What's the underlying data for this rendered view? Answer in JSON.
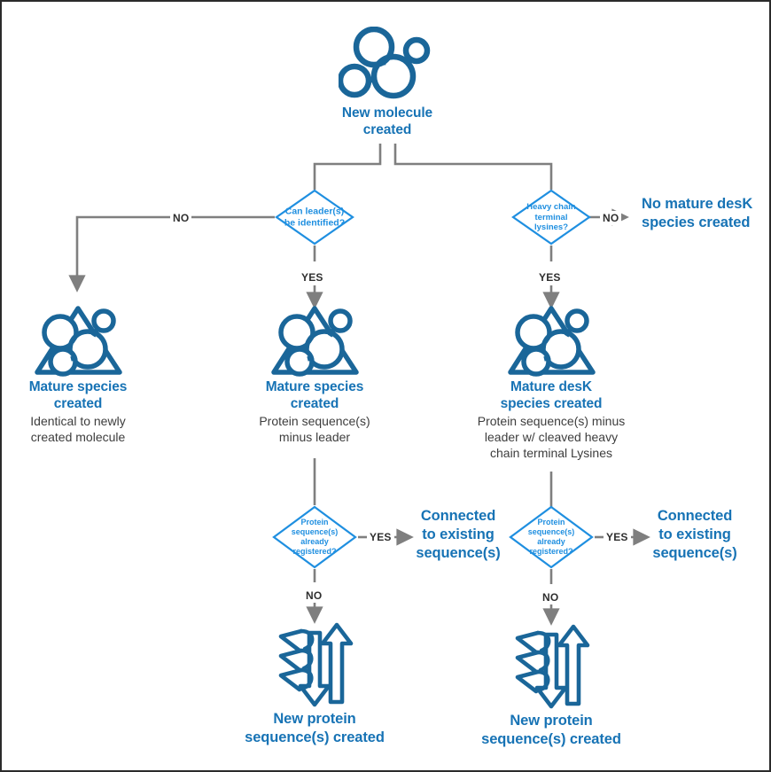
{
  "diagram": {
    "type": "flowchart",
    "title": "Molecule registration / mature species decision flow",
    "colors": {
      "brand_dark_blue": "#1773b5",
      "icon_blue": "#1a6699",
      "diamond_blue": "#1f8fe0",
      "connector_gray": "#7f7f7f",
      "body_text": "#3d3d3d",
      "border": "#2b2b2b",
      "background": "#ffffff"
    }
  },
  "nodes": {
    "start": {
      "icon": "molecule-icon",
      "title_line1": "New molecule",
      "title_line2": "created"
    },
    "decision_leader": {
      "icon": "decision-diamond",
      "line1": "Can leader(s)",
      "line2": "be identified?"
    },
    "decision_lysines": {
      "icon": "decision-diamond",
      "line1": "Heavy chain",
      "line2": "terminal",
      "line3": "lysines?"
    },
    "no_mature_desk": {
      "line1": "No mature desK",
      "line2": "species created"
    },
    "mature_left": {
      "icon": "mature-species-icon",
      "title_line1": "Mature species",
      "title_line2": "created",
      "sub_line1": "Identical to newly",
      "sub_line2": "created molecule"
    },
    "mature_middle": {
      "icon": "mature-species-icon",
      "title_line1": "Mature species",
      "title_line2": "created",
      "sub_line1": "Protein sequence(s)",
      "sub_line2": "minus leader"
    },
    "mature_right": {
      "icon": "mature-species-icon",
      "title_line1": "Mature desK",
      "title_line2": "species created",
      "sub_line1": "Protein sequence(s) minus",
      "sub_line2": "leader w/ cleaved heavy",
      "sub_line3": "chain terminal Lysines"
    },
    "decision_registered_middle": {
      "icon": "decision-diamond",
      "line1": "Protein",
      "line2": "sequence(s)",
      "line3": "already",
      "line4": "registered?"
    },
    "decision_registered_right": {
      "icon": "decision-diamond",
      "line1": "Protein",
      "line2": "sequence(s)",
      "line3": "already",
      "line4": "registered?"
    },
    "connected_middle": {
      "line1": "Connected",
      "line2": "to existing",
      "line3": "sequence(s)"
    },
    "connected_right": {
      "line1": "Connected",
      "line2": "to existing",
      "line3": "sequence(s)"
    },
    "new_sequence_middle": {
      "icon": "protein-structure-icon",
      "title_line1": "New protein",
      "title_line2": "sequence(s) created"
    },
    "new_sequence_right": {
      "icon": "protein-structure-icon",
      "title_line1": "New protein",
      "title_line2": "sequence(s) created"
    }
  },
  "edge_labels": {
    "no_left": "NO",
    "yes_leader": "YES",
    "no_lysines": "NO",
    "yes_lysines": "YES",
    "yes_registered_middle": "YES",
    "no_registered_middle": "NO",
    "yes_registered_right": "YES",
    "no_registered_right": "NO"
  }
}
